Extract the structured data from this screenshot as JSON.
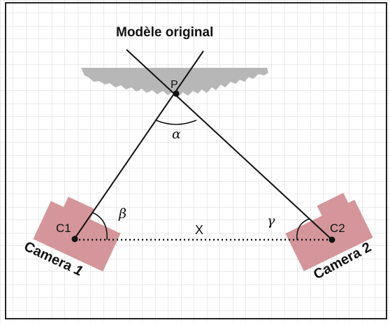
{
  "title": "Modèle original",
  "point_label": "P",
  "camera1": {
    "point_label": "C1",
    "name": "Camera",
    "number": "1",
    "body_color": "#d4969a"
  },
  "camera2": {
    "point_label": "C2",
    "name": "Camera",
    "number": "2",
    "body_color": "#d4969a"
  },
  "baseline_label": "X",
  "angles": {
    "alpha": "α",
    "beta": "β",
    "gamma": "γ"
  },
  "colors": {
    "grid": "#d4d4d4",
    "surface": "#b7b7b7",
    "lines": "#111111",
    "border": "#222222"
  }
}
